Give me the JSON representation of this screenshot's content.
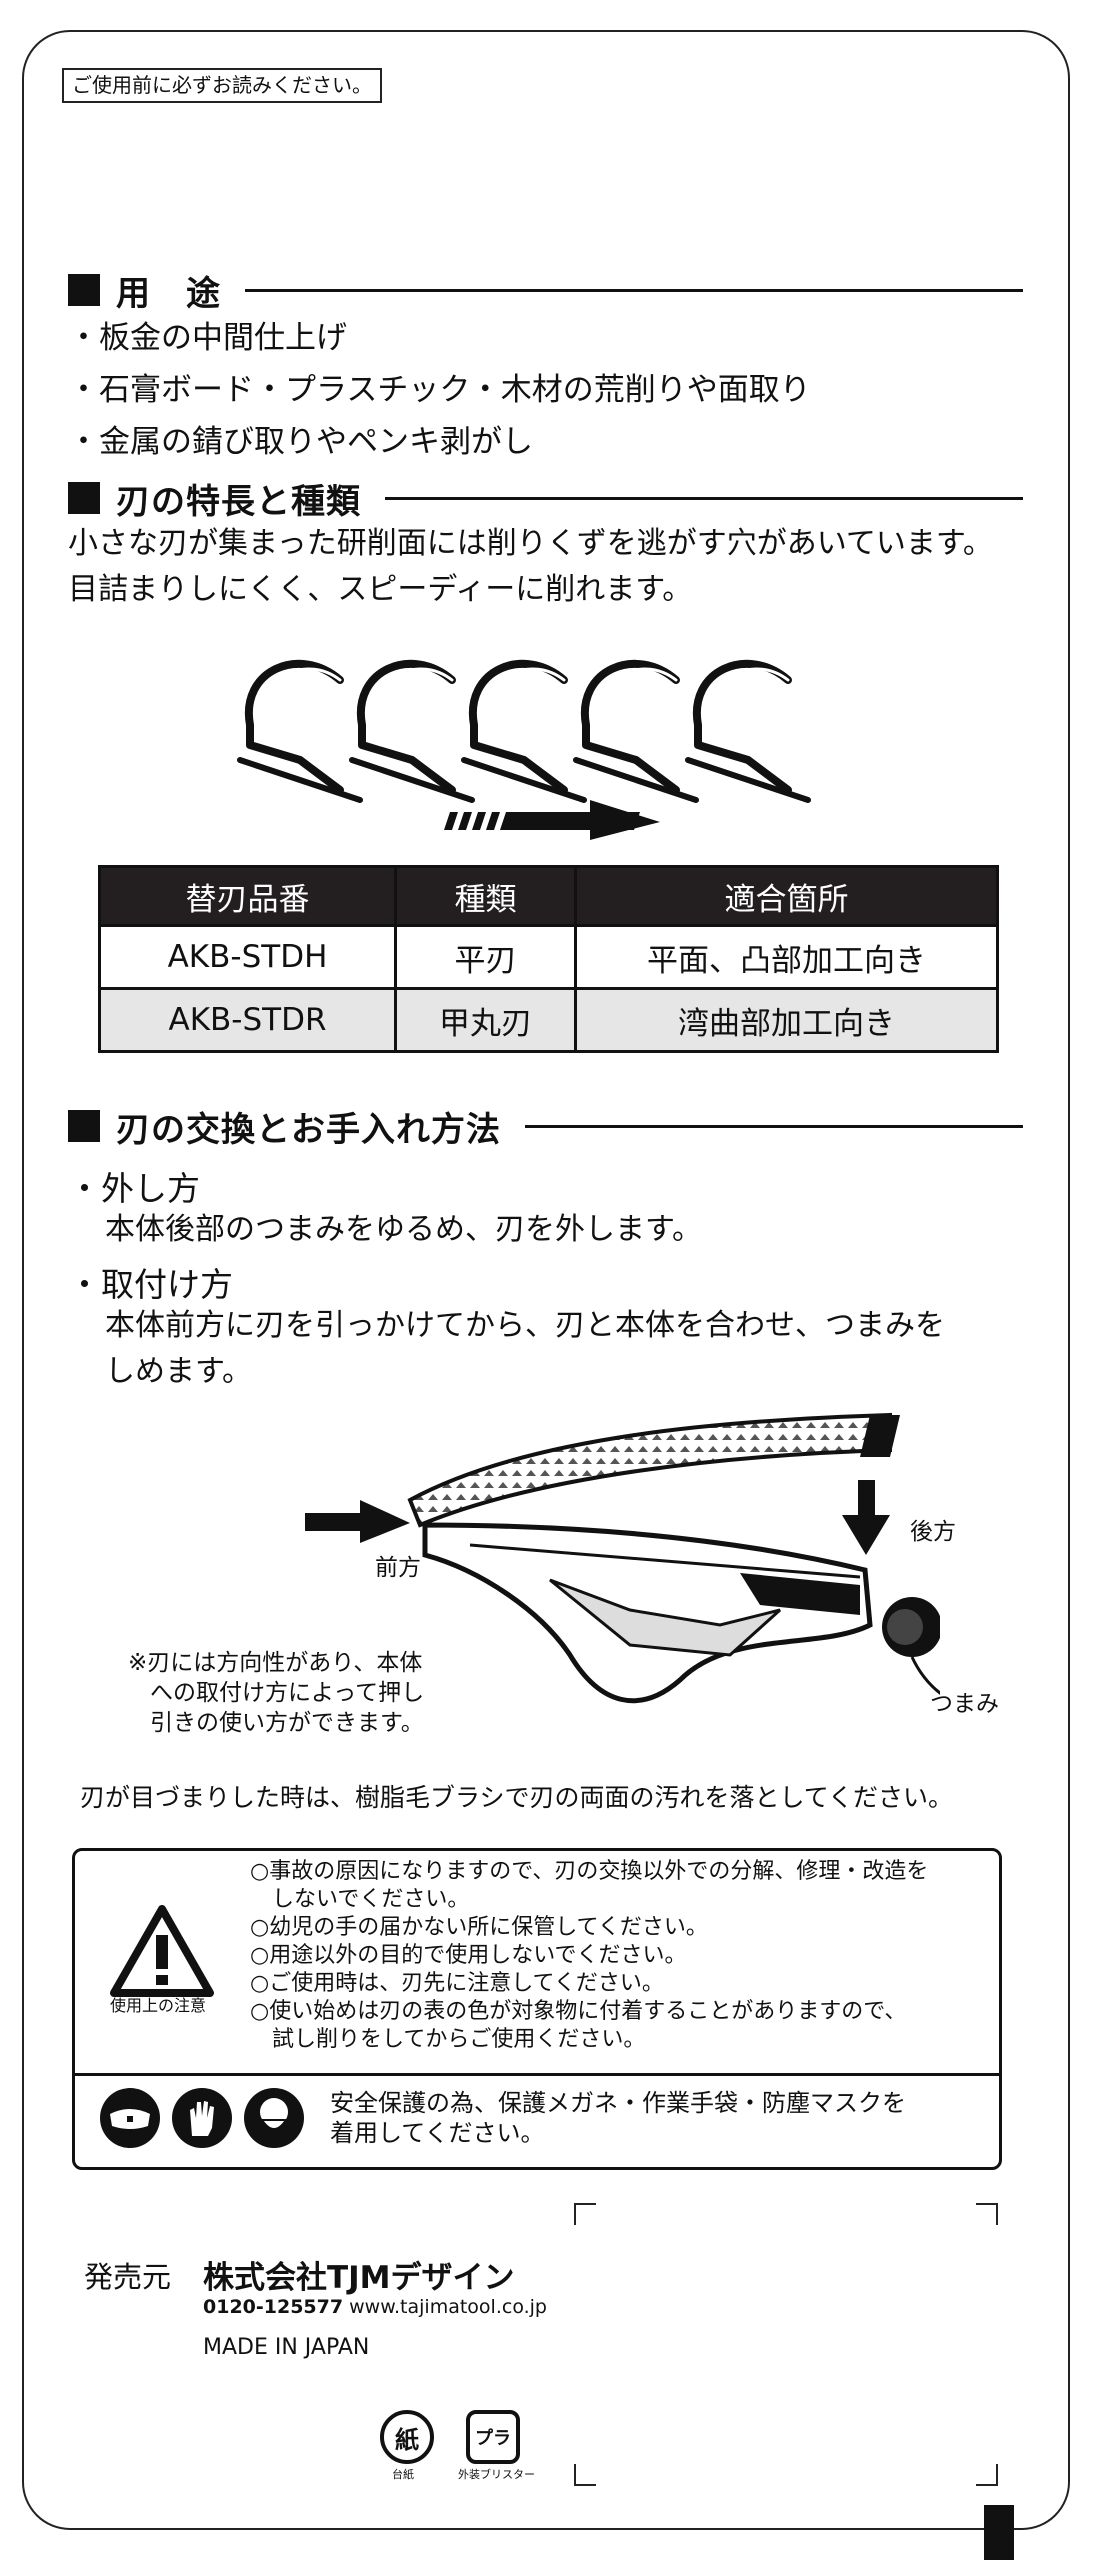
{
  "notice": "ご使用前に必ずお読みください。",
  "uses": {
    "title": "用　途",
    "items": [
      "・板金の中間仕上げ",
      "・石膏ボード・プラスチック・木材の荒削りや面取り",
      "・金属の錆び取りやペンキ剥がし"
    ]
  },
  "features": {
    "title": "刃の特長と種類",
    "lines": [
      "小さな刃が集まった研削面には削りくずを逃がす穴があいています。",
      "目詰まりしにくく、スピーディーに削れます。"
    ]
  },
  "blade_table": {
    "headers": [
      "替刃品番",
      "種類",
      "適合箇所"
    ],
    "rows": [
      [
        "AKB-STDH",
        "平刃",
        "平面、凸部加工向き"
      ],
      [
        "AKB-STDR",
        "甲丸刃",
        "湾曲部加工向き"
      ]
    ]
  },
  "replace": {
    "title": "刃の交換とお手入れ方法",
    "remove_title": "・外し方",
    "remove_body": "本体後部のつまみをゆるめ、刃を外します。",
    "attach_title": "・取付け方",
    "attach_body": [
      "本体前方に刃を引っかけてから、刃と本体を合わせ、つまみを",
      "しめます。"
    ]
  },
  "diagram": {
    "front": "前方",
    "back": "後方",
    "knob": "つまみ",
    "note": [
      "※刃には方向性があり、本体",
      "への取付け方によって押し",
      "引きの使い方ができます。"
    ]
  },
  "cleaning": "刃が目づまりした時は、樹脂毛ブラシで刃の両面の汚れを落としてください。",
  "cautions": {
    "icon_label": "使用上の注意",
    "lines": [
      "○事故の原因になりますので、刃の交換以外での分解、修理・改造を",
      "　しないでください。",
      "○幼児の手の届かない所に保管してください。",
      "○用途以外の目的で使用しないでください。",
      "○ご使用時は、刃先に注意してください。",
      "○使い始めは刃の表の色が対象物に付着することがありますので、",
      "　試し削りをしてからご使用ください。"
    ],
    "ppe": [
      "安全保護の為、保護メガネ・作業手袋・防塵マスクを",
      "着用してください。"
    ]
  },
  "seller": {
    "label": "発売元",
    "company": "株式会社TJMデザイン",
    "phone": "0120-125577",
    "url": "www.tajimatool.co.jp",
    "origin": "MADE IN JAPAN"
  },
  "recycle": {
    "paper_mark": "紙",
    "paper_label": "台紙",
    "plastic_mark": "プラ",
    "plastic_label": "外装ブリスター"
  }
}
